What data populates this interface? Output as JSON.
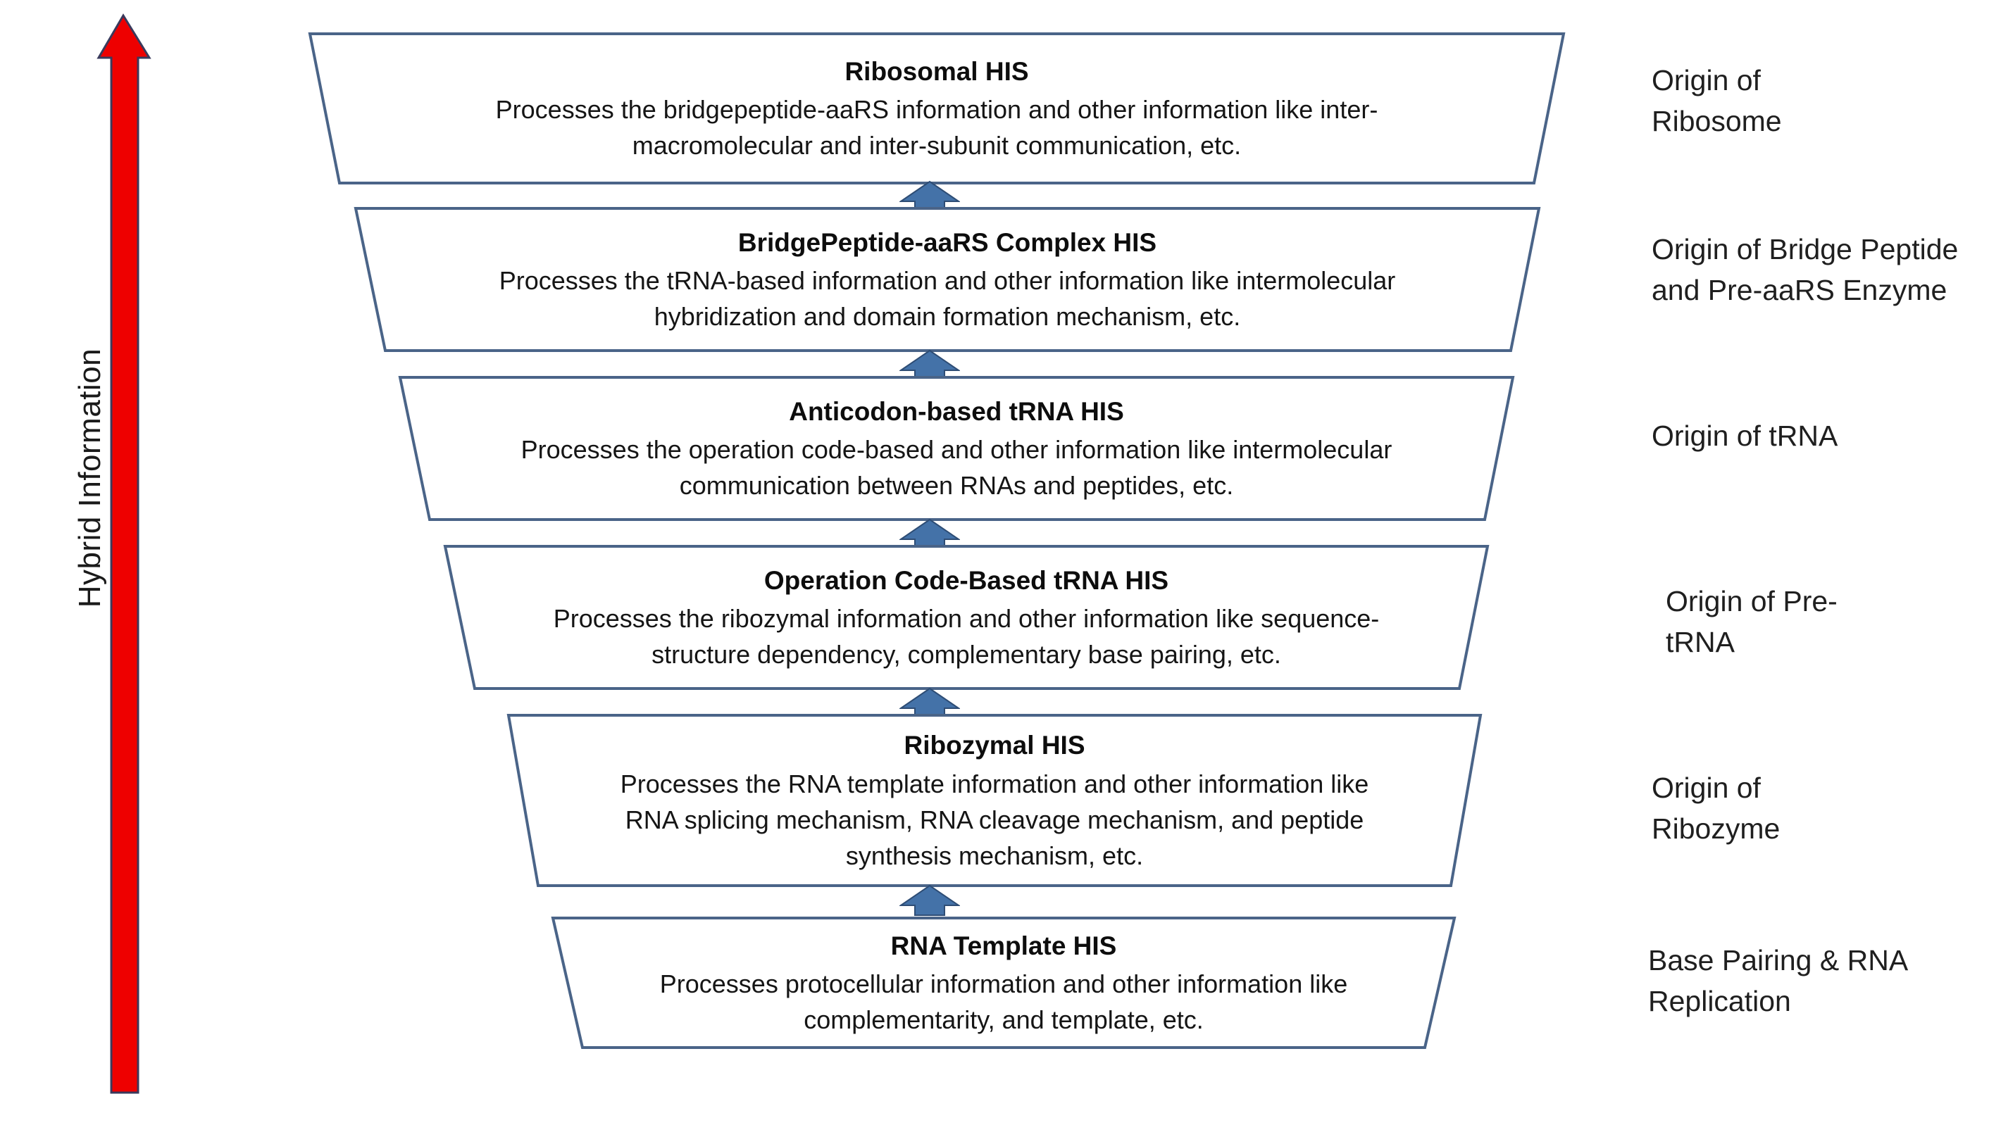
{
  "axis": {
    "label": "Hybrid Information",
    "arrow_color": "#ee0000",
    "arrow_outline": "#3a3a5c",
    "direction": "up"
  },
  "theme": {
    "funnel_outline": "#4a6488",
    "funnel_fill": "#ffffff",
    "connector_fill": "#4472a8",
    "connector_outline": "#2e4d75",
    "text_color": "#111111"
  },
  "levels": [
    {
      "id": "ribosomal-his",
      "title": "Ribosomal HIS",
      "description": "Processes the bridgepeptide-aaRS information and other information like inter-macromolecular and inter-subunit communication, etc.",
      "side_label": "Origin of Ribosome"
    },
    {
      "id": "bridgepeptide-aars-complex-his",
      "title": "BridgePeptide-aaRS Complex HIS",
      "description": "Processes the tRNA-based information and other information like intermolecular hybridization and domain formation mechanism, etc.",
      "side_label": "Origin of Bridge Peptide and Pre-aaRS Enzyme"
    },
    {
      "id": "anticodon-based-trna-his",
      "title": "Anticodon-based tRNA HIS",
      "description": "Processes the operation code-based  and other information like intermolecular communication between RNAs and peptides, etc.",
      "side_label": "Origin of tRNA"
    },
    {
      "id": "operation-code-based-trna-his",
      "title": "Operation Code-Based tRNA HIS",
      "description": "Processes the ribozymal information and other information like sequence-structure dependency, complementary base pairing, etc.",
      "side_label": "Origin of Pre-tRNA"
    },
    {
      "id": "ribozymal-his",
      "title": "Ribozymal HIS",
      "description": "Processes the RNA template information and other information like RNA splicing mechanism, RNA cleavage mechanism, and peptide synthesis mechanism, etc.",
      "side_label": "Origin of Ribozyme"
    },
    {
      "id": "rna-template-his",
      "title": "RNA Template HIS",
      "description": "Processes protocellular information and other information like complementarity, and template, etc.",
      "side_label": "Base Pairing & RNA Replication"
    }
  ],
  "connectors": [
    {
      "from": "bridgepeptide-aars-complex-his",
      "to": "ribosomal-his"
    },
    {
      "from": "anticodon-based-trna-his",
      "to": "bridgepeptide-aars-complex-his"
    },
    {
      "from": "operation-code-based-trna-his",
      "to": "anticodon-based-trna-his"
    },
    {
      "from": "ribozymal-his",
      "to": "operation-code-based-trna-his"
    },
    {
      "from": "rna-template-his",
      "to": "ribozymal-his"
    }
  ]
}
